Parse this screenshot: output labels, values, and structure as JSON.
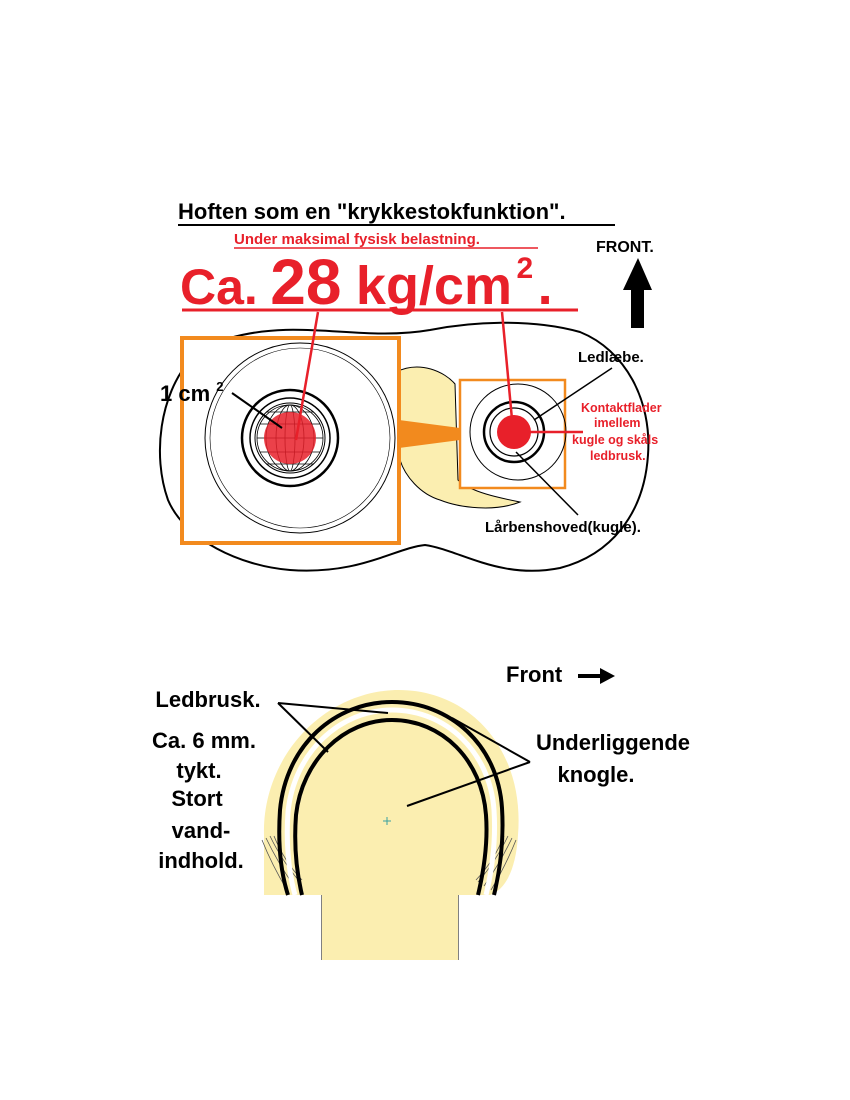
{
  "top_diagram": {
    "title": "Hoften som en \"krykkestokfunktion\".",
    "subtitle": "Under maksimal fysisk belastning.",
    "pressure": {
      "prefix": "Ca.",
      "value": "28",
      "unit": "kg/cm",
      "superscript": "2",
      "suffix": "."
    },
    "area_label": {
      "text": "1 cm",
      "superscript": "2"
    },
    "front_label": "FRONT.",
    "labels": {
      "ledlaebe": "Ledlæbe.",
      "kontakt_line1": "Kontaktflader",
      "kontakt_line2": "imellem",
      "kontakt_line3": "kugle og skåls",
      "kontakt_line4": "ledbrusk.",
      "laarbenshoved": "Lårbenshoved(kugle)."
    }
  },
  "bottom_diagram": {
    "front_label": "Front",
    "ledbrusk_lines": [
      "Ledbrusk.",
      "Ca. 6 mm.",
      "tykt.",
      "Stort",
      "vand-",
      "indhold."
    ],
    "knogle_lines": [
      "Underliggende",
      "knogle."
    ]
  },
  "colors": {
    "red": "#e8202a",
    "orange": "#f28a1e",
    "bone": "#fbeeb0",
    "black": "#000000"
  }
}
